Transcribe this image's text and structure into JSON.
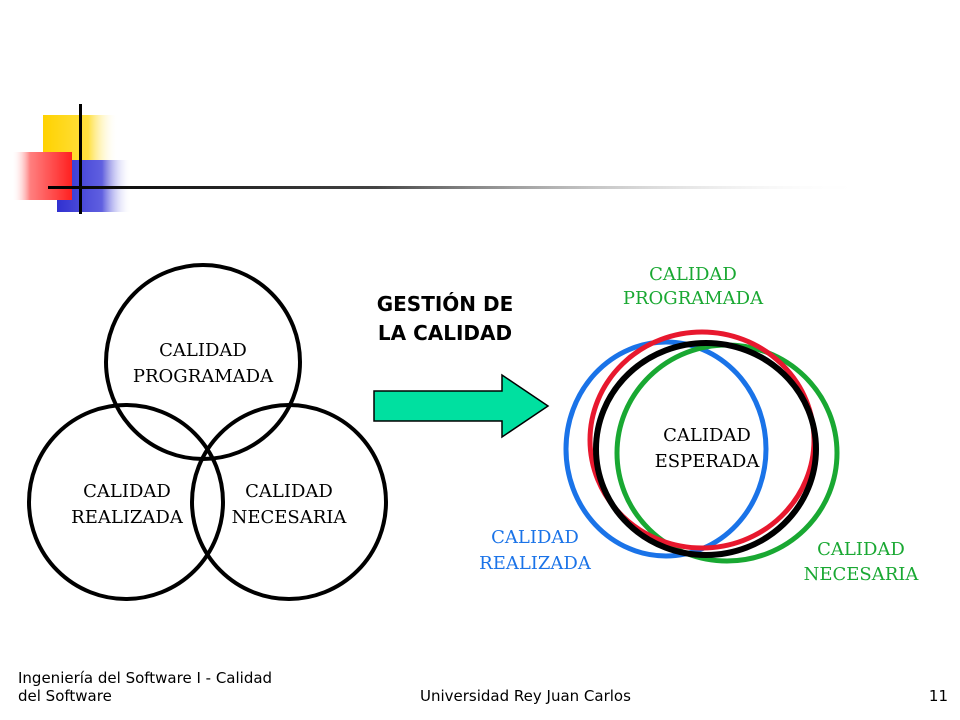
{
  "slide": {
    "center_label": [
      "GESTIÓN DE",
      "LA CALIDAD"
    ],
    "footer": {
      "course": [
        "Ingeniería del Software I - Calidad",
        "del Software"
      ],
      "university": "Universidad Rey Juan Carlos",
      "page_number": "11"
    }
  },
  "left_diagram": {
    "top": [
      "CALIDAD",
      "PROGRAMADA"
    ],
    "bottom_left": [
      "CALIDAD",
      "REALIZADA"
    ],
    "bottom_right": [
      "CALIDAD",
      "NECESARIA"
    ]
  },
  "right_diagram": {
    "programada": [
      "CALIDAD",
      "PROGRAMADA"
    ],
    "esperada": [
      "CALIDAD",
      "ESPERADA"
    ],
    "realizada": [
      "CALIDAD",
      "REALIZADA"
    ],
    "necesaria": [
      "CALIDAD",
      "NECESARIA"
    ]
  },
  "colors": {
    "programada": "#e8182e",
    "realizada": "#1a73e8",
    "necesaria": "#19a832",
    "esperada": "#000000",
    "arrow_fill": "#00e0a0",
    "decor_yellow": "#ffd200",
    "decor_red": "#ff3030",
    "decor_blue": "#3838d8"
  }
}
